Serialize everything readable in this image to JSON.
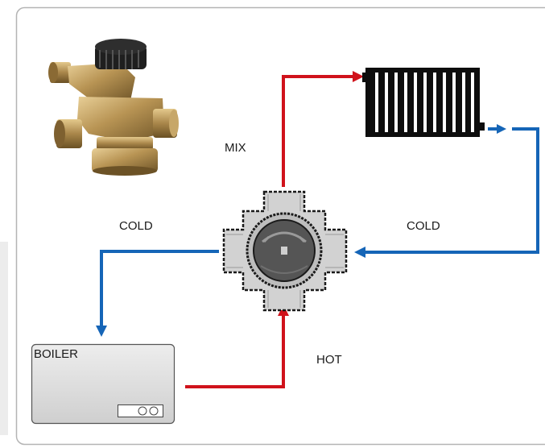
{
  "labels": {
    "mix": "MIX",
    "cold_left": "COLD",
    "cold_right": "COLD",
    "hot": "HOT",
    "boiler": "BOILER"
  },
  "colors": {
    "hot_pipe": "#d0121b",
    "cold_pipe": "#1565b7",
    "panel_border": "#b4b4b4",
    "valve_body": "#d2d2d2",
    "valve_core": "#555555",
    "boiler_fill": "#dcdcdc"
  },
  "icons": [
    "thermostatic-mixing-valve-photo",
    "radiator-icon",
    "mixing-valve-symbol",
    "boiler-icon"
  ]
}
